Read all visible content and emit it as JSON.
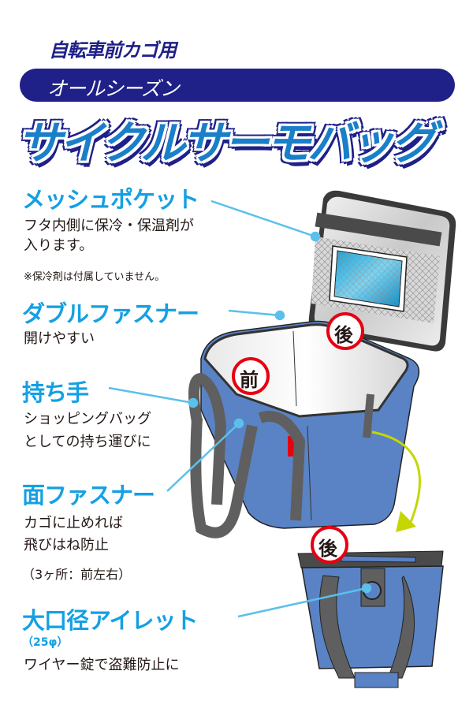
{
  "header": {
    "subtitle": "自転車前カゴ用",
    "banner": "オールシーズン",
    "title": "サイクルサーモバッグ"
  },
  "features": [
    {
      "heading": "メッシュポケット",
      "lines": [
        "フタ内側に保冷・保温剤が",
        "入ります。"
      ],
      "note": "※保冷剤は付属していません。"
    },
    {
      "heading": "ダブルファスナー",
      "lines": [
        "開けやすい"
      ]
    },
    {
      "heading": "持ち手",
      "lines": [
        "ショッピングバッグ",
        "としての持ち運びに"
      ]
    },
    {
      "heading": "面ファスナー",
      "lines": [
        "カゴに止めれば",
        "飛びはね防止"
      ],
      "note": "（3ヶ所：前左右）"
    },
    {
      "heading": "大口径アイレット",
      "sub": "（25φ）",
      "lines": [
        "ワイヤー錠で盗難防止に"
      ]
    }
  ],
  "labels": {
    "front": "前",
    "back": "後",
    "back2": "後"
  },
  "colors": {
    "navy": "#1f2088",
    "title_blue": "#1a7fc9",
    "heading_blue": "#14a0e3",
    "leader": "#5bc0eb",
    "bag_blue": "#5a83c5",
    "strap_gray": "#5f5f5f",
    "arrow": "#c6d600",
    "badge_red": "#e60012"
  }
}
